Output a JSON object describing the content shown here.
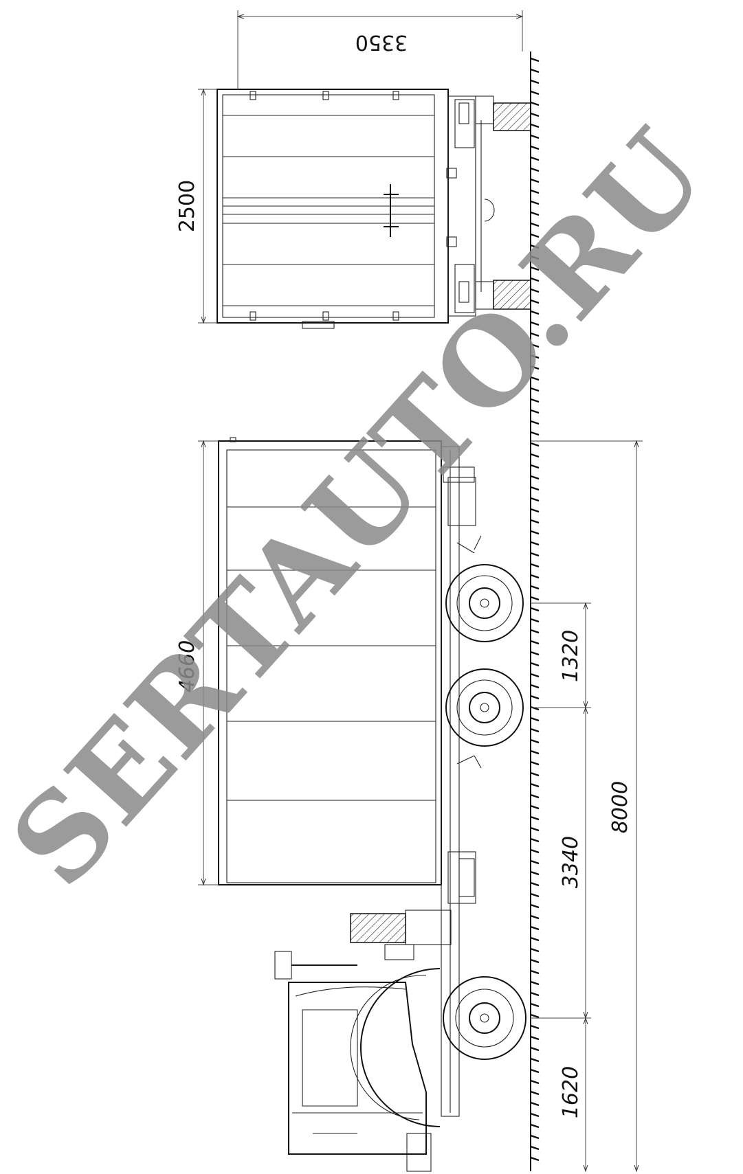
{
  "drawing": {
    "rear_view": {
      "height_dim": "3350",
      "width_dim": "2500"
    },
    "side_view": {
      "body_length_dim": "4660",
      "rear_axle_spacing_dim": "1320",
      "wheelbase_dim": "3340",
      "front_overhang_dim": "1620",
      "overall_length_dim": "8000"
    }
  },
  "watermark": {
    "text": "SERTAUTO.RU"
  }
}
